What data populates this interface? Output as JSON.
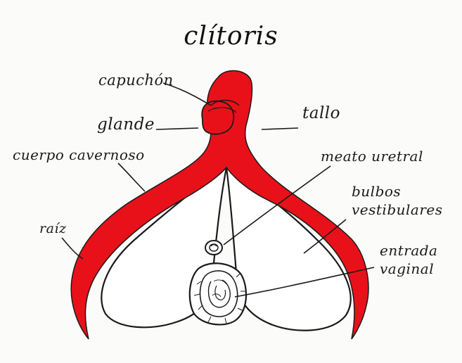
{
  "title": "clítoris",
  "colors": {
    "organ": "#e8111a",
    "outline": "#1a1a1a",
    "background": "#fbfbf9"
  },
  "labels": {
    "capuchon": "capuchón",
    "glande": "glande",
    "tallo": "tallo",
    "cuerpo_cavernoso": "cuerpo cavernoso",
    "meato_uretral": "meato uretral",
    "bulbos_line1": "bulbos",
    "bulbos_line2": "vestibulares",
    "entrada_line1": "entrada",
    "entrada_line2": "vaginal",
    "raiz": "raíz"
  }
}
